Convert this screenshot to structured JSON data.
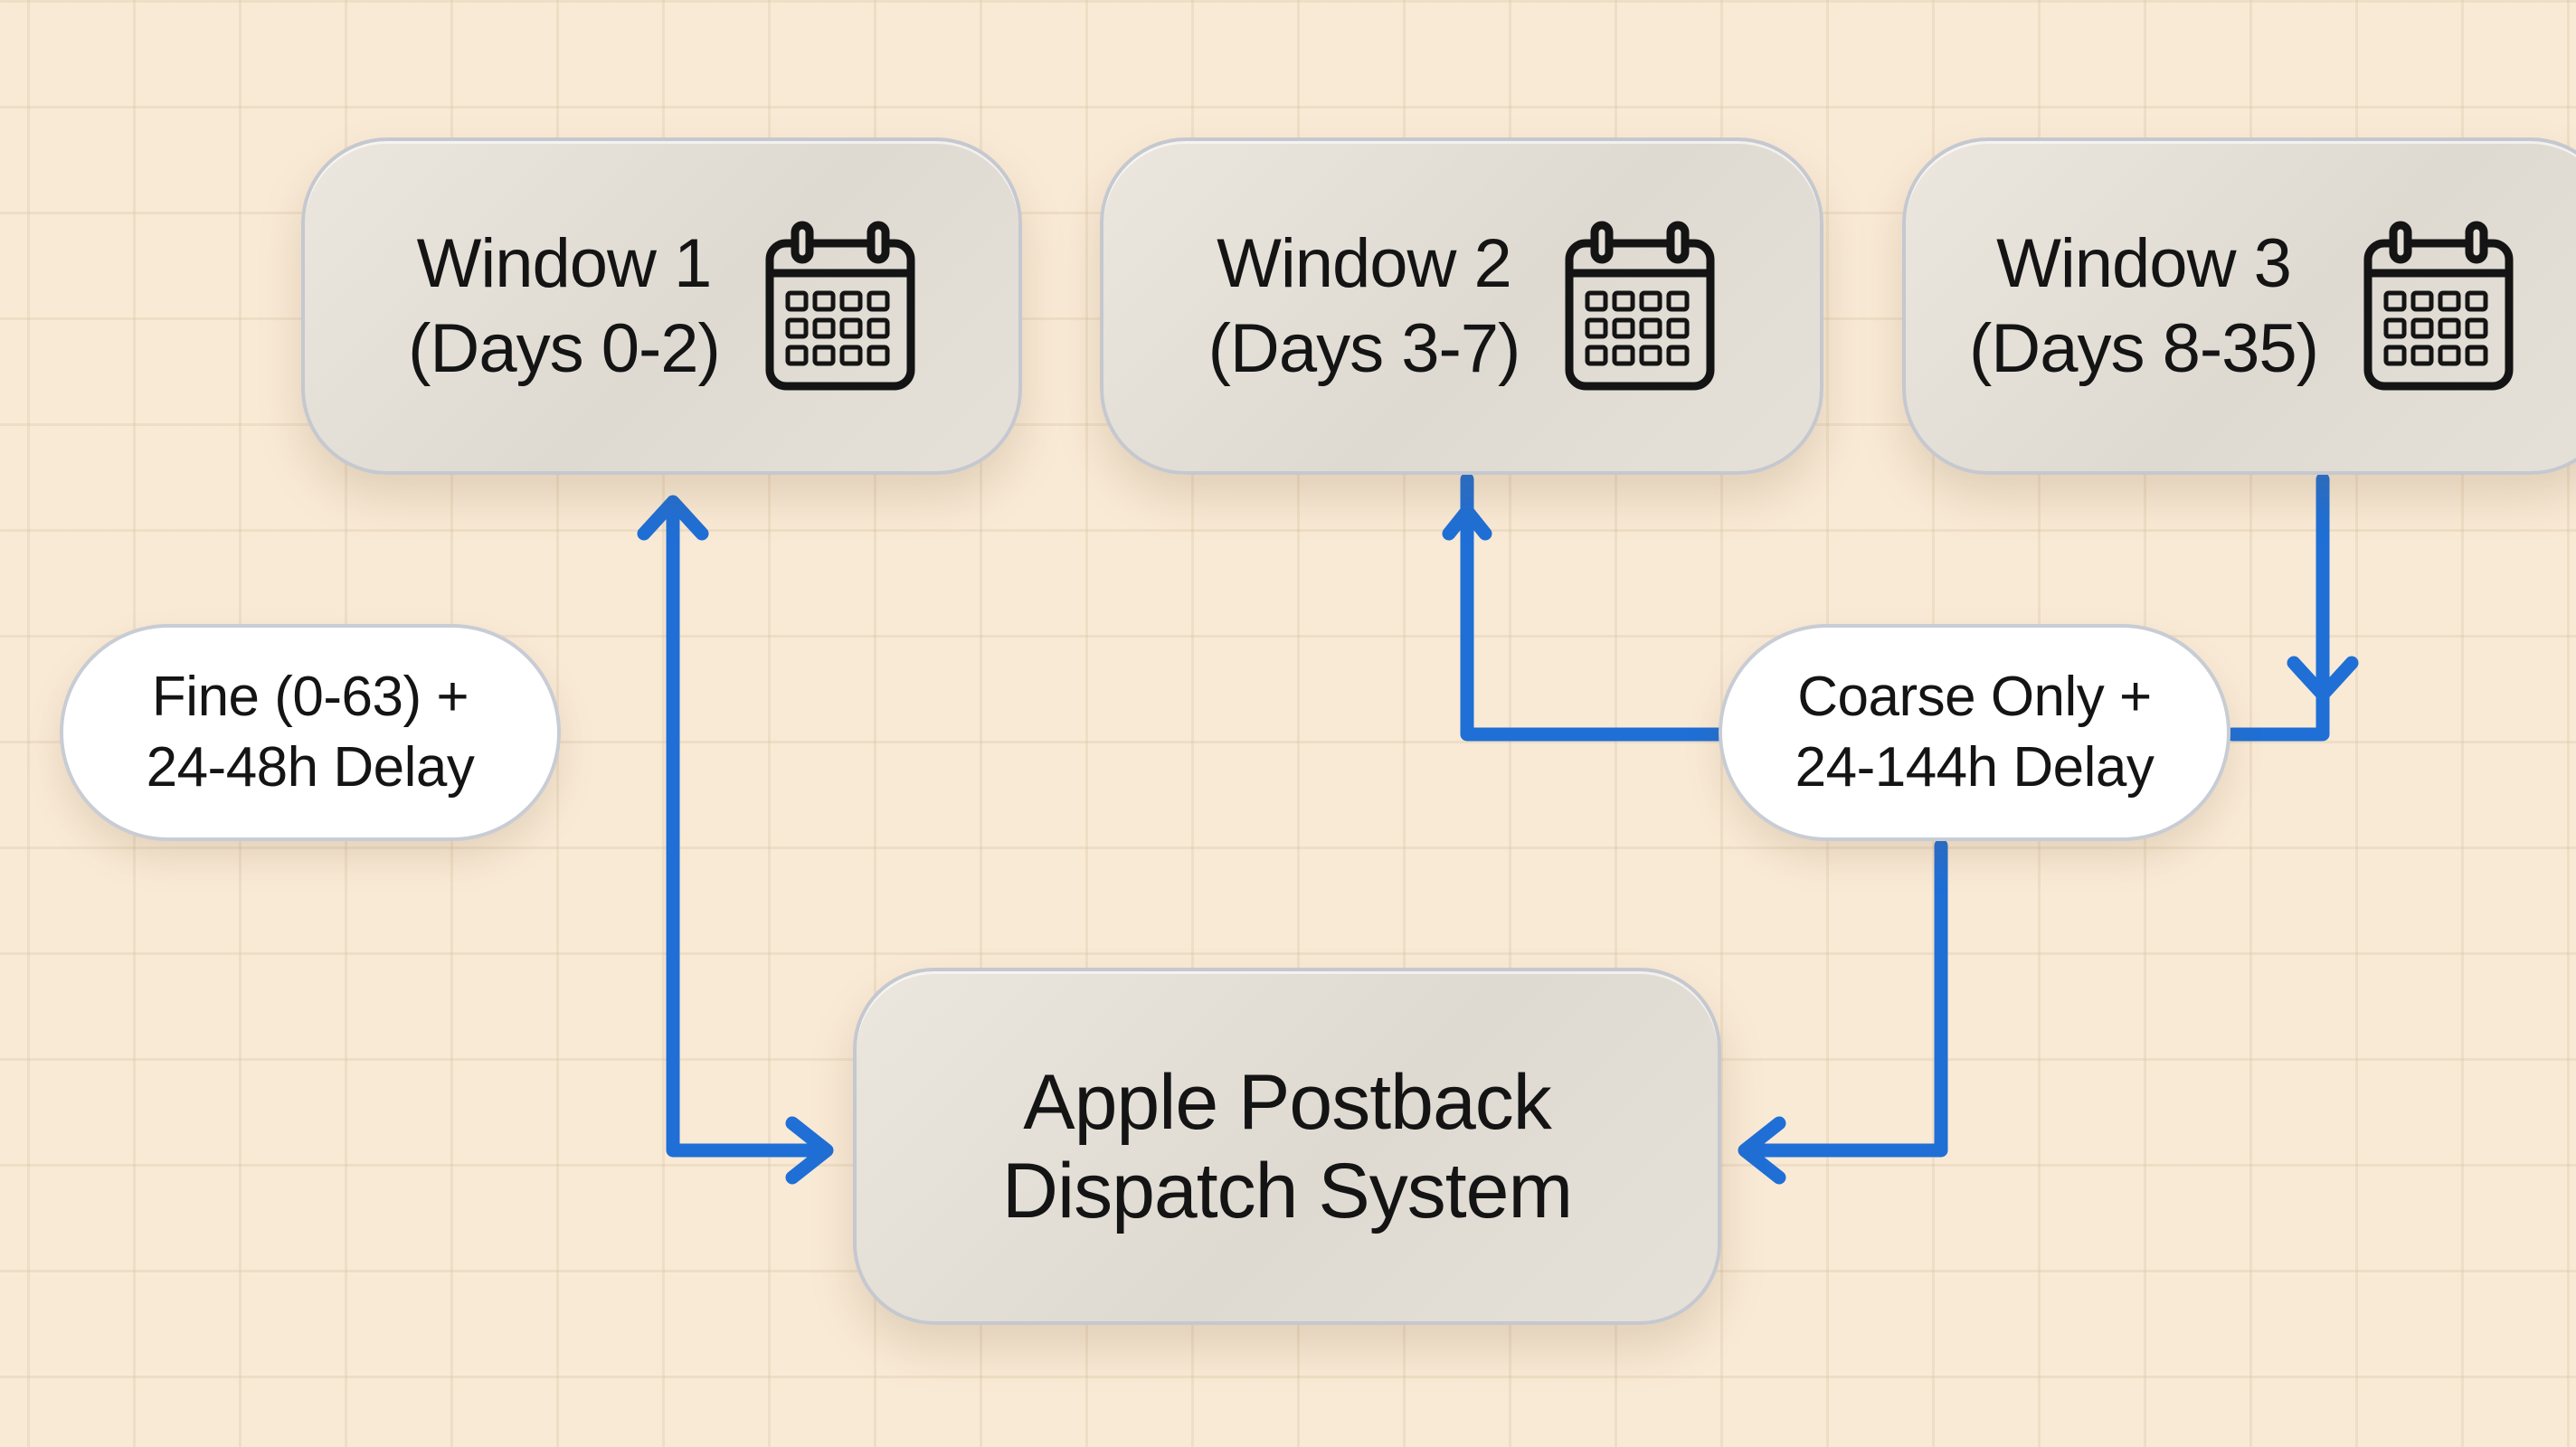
{
  "colors": {
    "connector": "#1f6fd6",
    "background": "#f9ead6",
    "box_fill": "#e4dfd7",
    "pill_fill": "#ffffff",
    "text": "#141414"
  },
  "windows": [
    {
      "title": "Window 1",
      "range": "(Days 0-2)",
      "icon": "calendar-icon"
    },
    {
      "title": "Window 2",
      "range": "(Days 3-7)",
      "icon": "calendar-icon"
    },
    {
      "title": "Window 3",
      "range": "(Days 8-35)",
      "icon": "calendar-icon"
    }
  ],
  "labels": {
    "fine": {
      "line1": "Fine (0-63) +",
      "line2": "24-48h Delay"
    },
    "coarse": {
      "line1": "Coarse Only +",
      "line2": "24-144h Delay"
    }
  },
  "dispatch": {
    "line1": "Apple Postback",
    "line2": "Dispatch System"
  },
  "edges": [
    {
      "from": "Apple Postback Dispatch System",
      "to": "Window 1",
      "bidirectional": true
    },
    {
      "from": "Window 3",
      "to": "Coarse Only + 24-144h Delay"
    },
    {
      "from": "Coarse Only + 24-144h Delay",
      "to": "Window 2"
    },
    {
      "from": "Coarse Only + 24-144h Delay",
      "to": "Apple Postback Dispatch System"
    }
  ]
}
